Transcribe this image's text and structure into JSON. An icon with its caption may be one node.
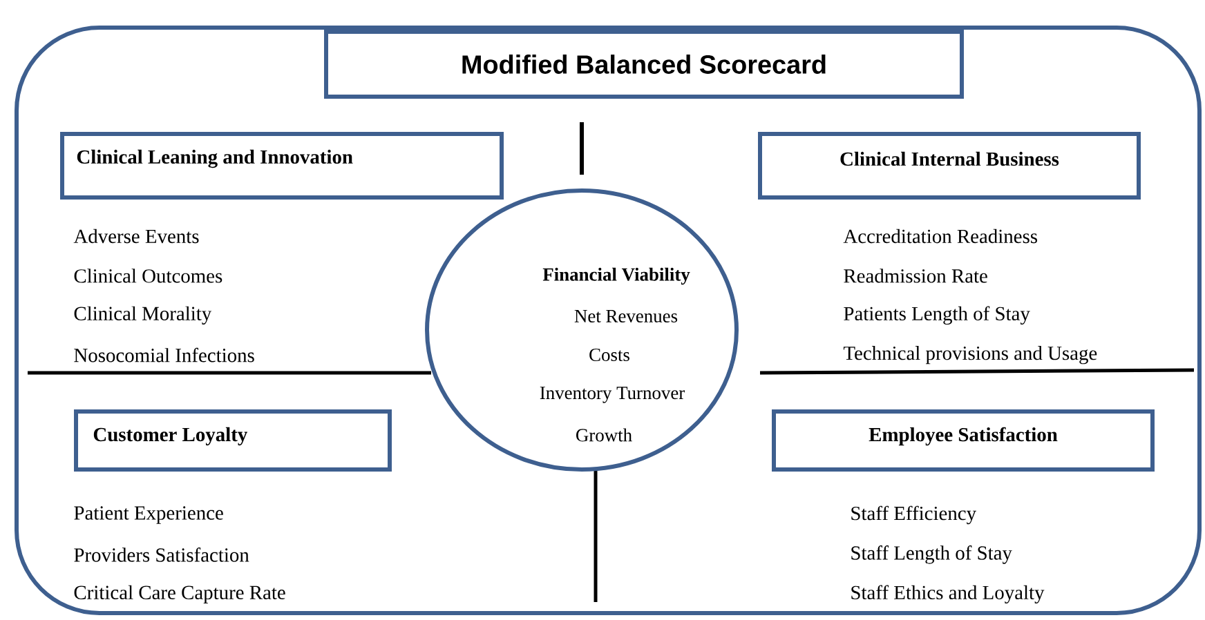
{
  "diagram": {
    "nodes": [
      {
        "text": [],
        "shape": "box"
      },
      {
        "text": [
          "Modified Balanced Scorecard"
        ],
        "in": 0
      },
      {
        "text": [
          "Clinical Leaning and Innovation"
        ],
        "in": 0,
        "beside": [
          "Adverse Events",
          "Clinical Outcomes",
          "Clinical Morality",
          "Nosocomial Infections"
        ]
      },
      {
        "text": [
          "Clinical Internal Business"
        ],
        "in": 0,
        "beside": [
          "Accreditation Readiness",
          "Readmission Rate",
          "Patients Length of Stay",
          "Technical provisions and Usage"
        ]
      },
      {
        "text": [
          "Financial Viability",
          "Net Revenues",
          "Costs",
          "Inventory Turnover",
          "Growth"
        ],
        "in": 0
      },
      {
        "text": [
          "Customer Loyalty"
        ],
        "in": 0,
        "beside": [
          "Patient Experience",
          "Providers Satisfaction",
          "Critical Care Capture Rate"
        ]
      },
      {
        "text": [
          "Employee Satisfaction"
        ],
        "in": 0,
        "beside": [
          "Staff Efficiency",
          "Staff Length of Stay",
          "Staff Ethics and Loyalty"
        ]
      }
    ],
    "edges": [
      {
        "from": 1,
        "to": 4,
        "arrow": "none"
      }
    ]
  }
}
